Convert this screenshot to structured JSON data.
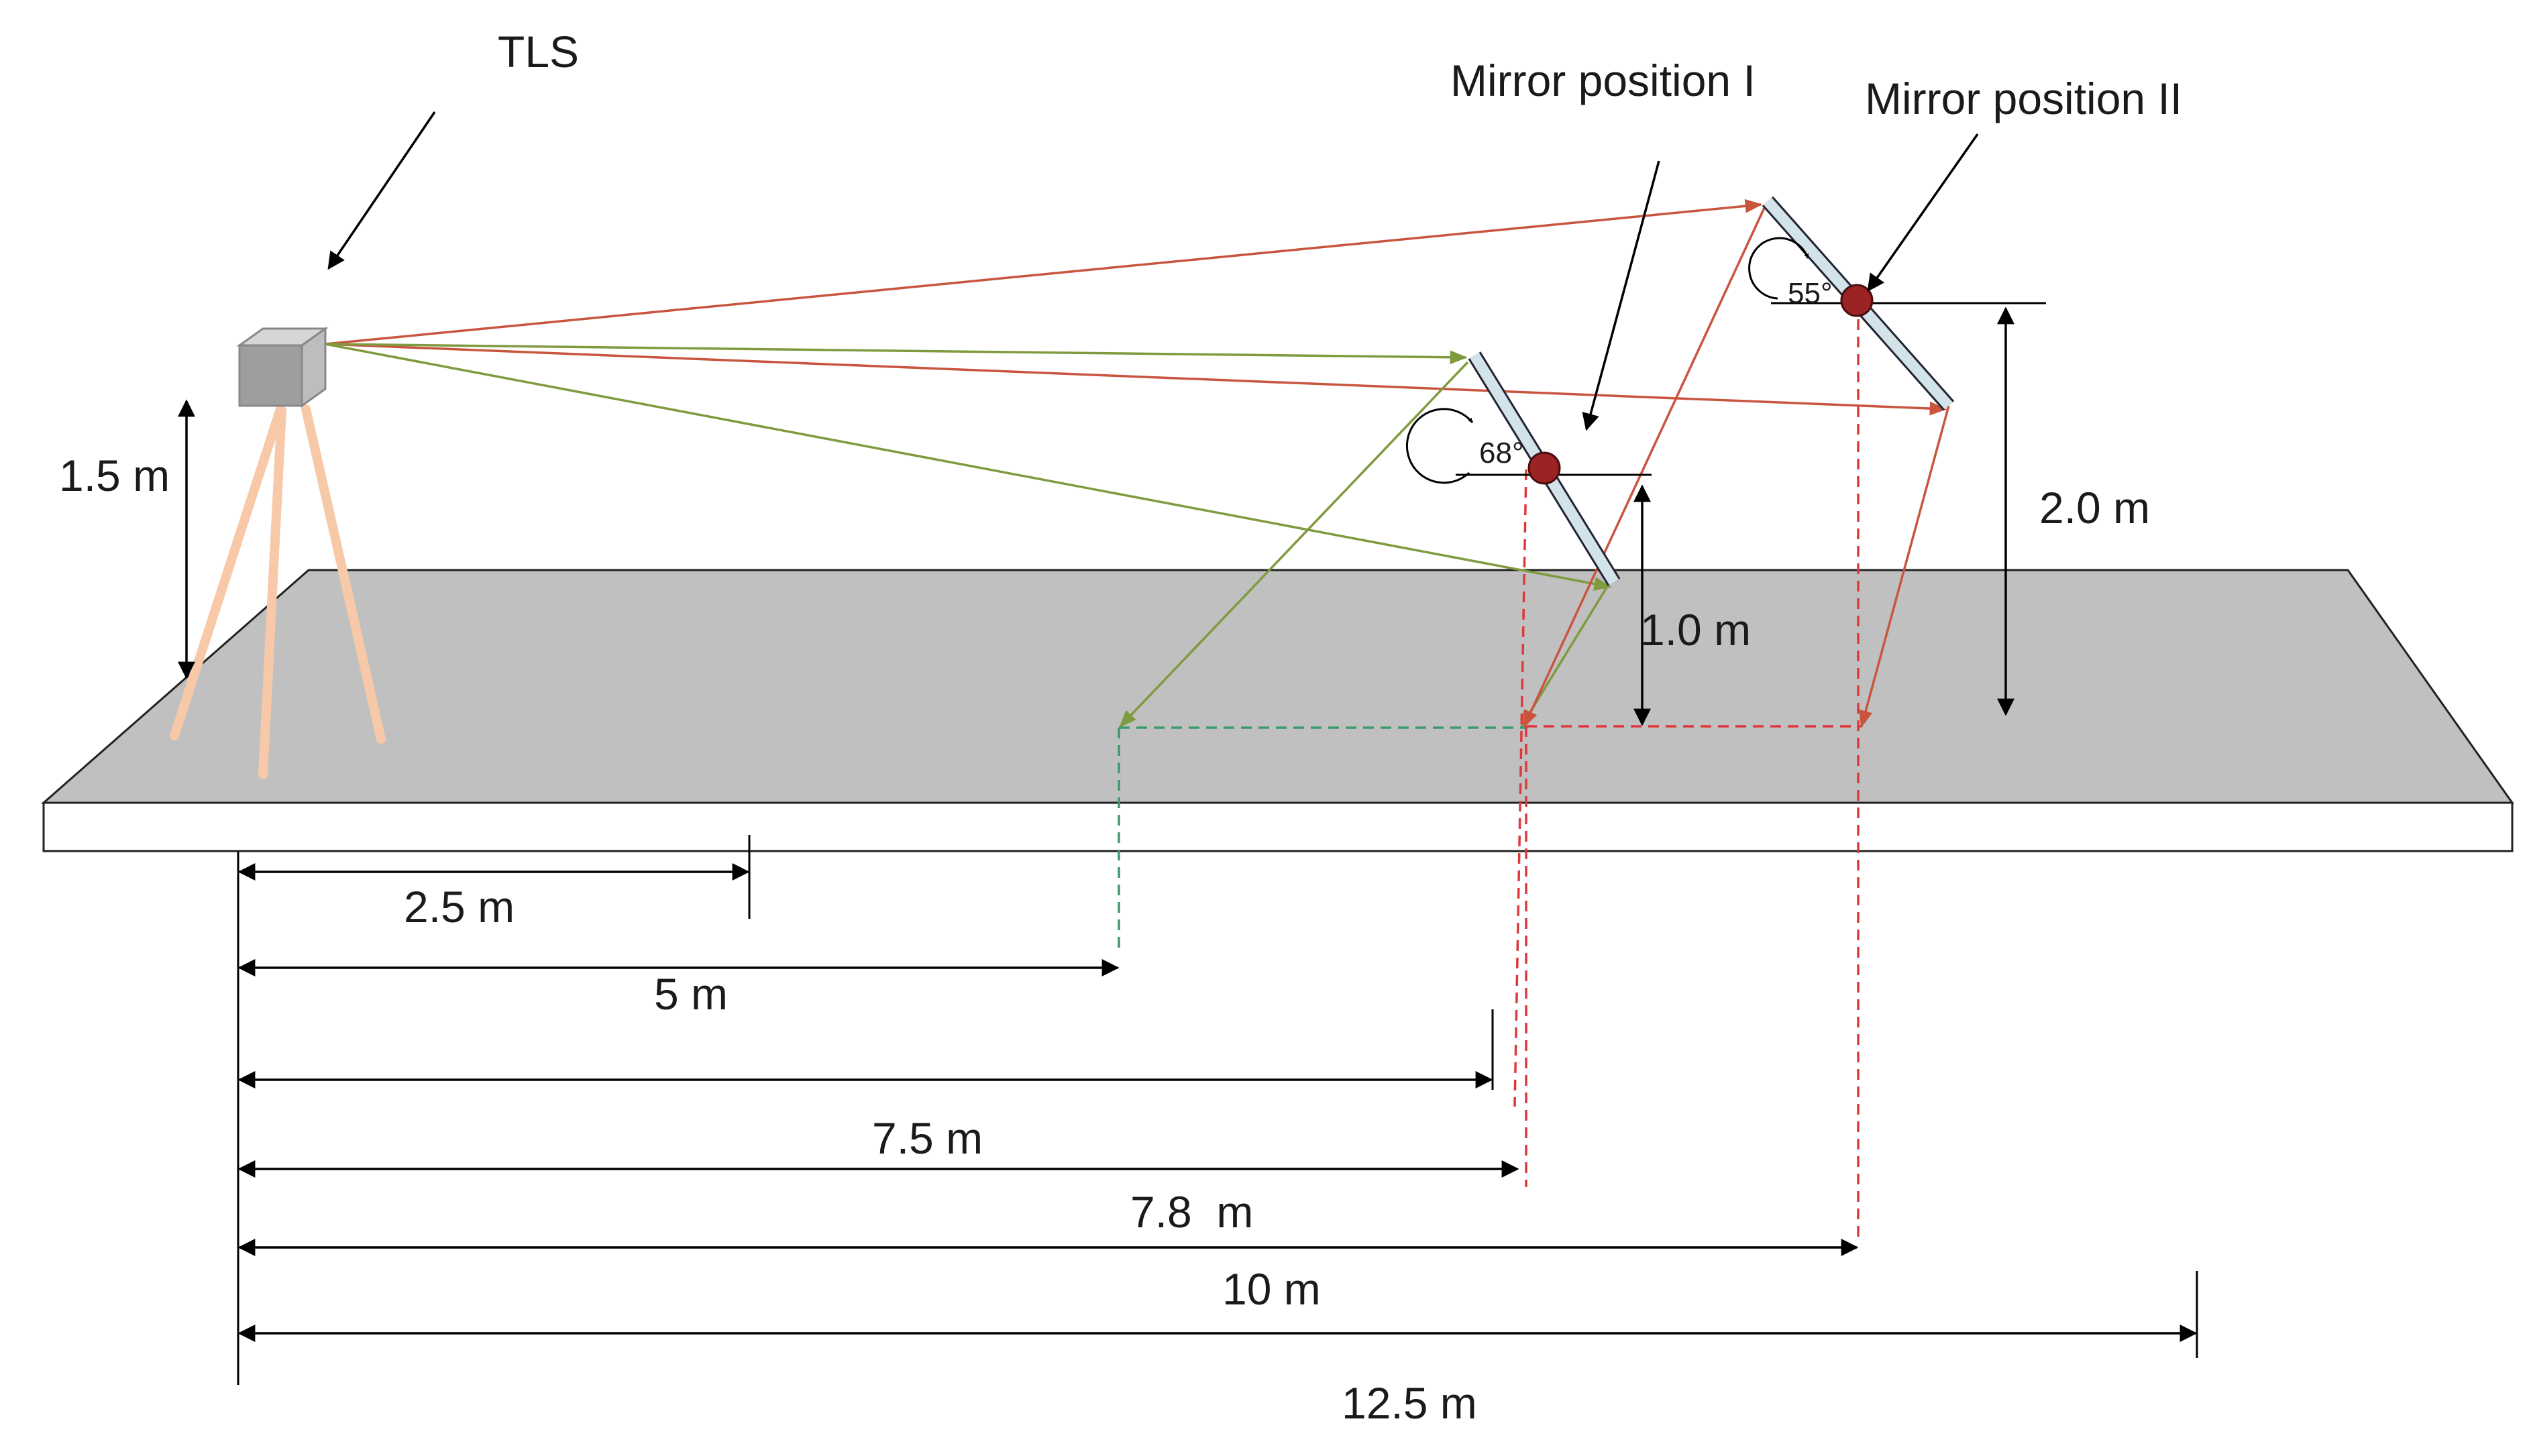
{
  "labels": {
    "tls": "TLS",
    "mirror_1": "Mirror position I",
    "mirror_2": "Mirror position II",
    "angle_1": "68°",
    "angle_2": "55°",
    "height_tls": "1.5 m",
    "height_mirror_1": "1.0 m",
    "height_mirror_2": "2.0 m"
  },
  "distances": [
    {
      "label": "2.5 m"
    },
    {
      "label": "5 m"
    },
    {
      "label": "7.5 m"
    },
    {
      "label": "7.8  m"
    },
    {
      "label": "10 m"
    },
    {
      "label": "12.5 m"
    }
  ],
  "colors": {
    "ground_top": "#c0c0c0",
    "ground_edge": "#ffffff",
    "tripod": "#f7c9a8",
    "scanner": "#9e9e9e",
    "mirror": "#d2e3ea",
    "mirror_pivot": "#9b2323",
    "ray_red": "#c9553f",
    "ray_green": "#7f9a3f",
    "dashed_red": "#e0383a",
    "dashed_green": "#3d9a6a",
    "dim_line": "#000000"
  }
}
